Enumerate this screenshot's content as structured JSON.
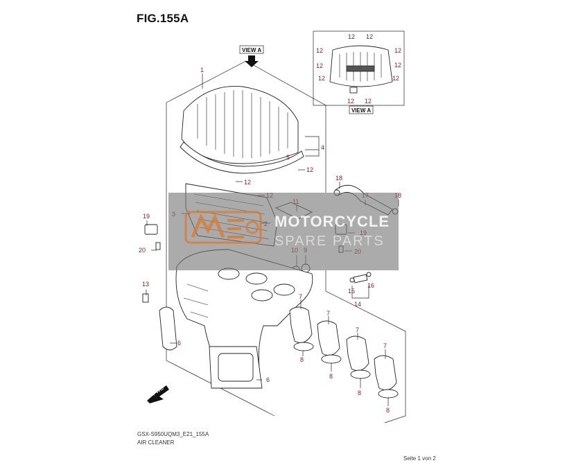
{
  "figure": {
    "title": "FIG.155A",
    "model_code": "GSX-S950UQM3_E21_155A",
    "section_name": "AIR CLEANER",
    "page_label": "Seite 1 von 2"
  },
  "views": {
    "view_a_arrow_label": "VIEW A",
    "view_a_inset_label": "VIEW A",
    "fwd_label": "FWD"
  },
  "watermark": {
    "line1": "MOTORCYCLE",
    "line2": "SPARE PARTS"
  },
  "callouts": [
    {
      "id": "c1",
      "text": "1"
    },
    {
      "id": "c2",
      "text": "2"
    },
    {
      "id": "c3",
      "text": "3"
    },
    {
      "id": "c4",
      "text": "4"
    },
    {
      "id": "c5",
      "text": "5"
    },
    {
      "id": "c6a",
      "text": "6"
    },
    {
      "id": "c6b",
      "text": "6"
    },
    {
      "id": "c7a",
      "text": "7"
    },
    {
      "id": "c7b",
      "text": "7"
    },
    {
      "id": "c7c",
      "text": "7"
    },
    {
      "id": "c7d",
      "text": "7"
    },
    {
      "id": "c8a",
      "text": "8"
    },
    {
      "id": "c8b",
      "text": "8"
    },
    {
      "id": "c8c",
      "text": "8"
    },
    {
      "id": "c8d",
      "text": "8"
    },
    {
      "id": "c9",
      "text": "9"
    },
    {
      "id": "c10",
      "text": "10"
    },
    {
      "id": "c11",
      "text": "11"
    },
    {
      "id": "c12a",
      "text": "12"
    },
    {
      "id": "c12b",
      "text": "12"
    },
    {
      "id": "c12c",
      "text": "12"
    },
    {
      "id": "c13",
      "text": "13"
    },
    {
      "id": "c14",
      "text": "14"
    },
    {
      "id": "c15",
      "text": "15"
    },
    {
      "id": "c16",
      "text": "16"
    },
    {
      "id": "c17",
      "text": "17"
    },
    {
      "id": "c18a",
      "text": "18"
    },
    {
      "id": "c18b",
      "text": "18"
    },
    {
      "id": "c19a",
      "text": "19"
    },
    {
      "id": "c19b",
      "text": "19"
    },
    {
      "id": "c20a",
      "text": "20"
    },
    {
      "id": "c20b",
      "text": "20"
    },
    {
      "id": "v12a",
      "text": "12"
    },
    {
      "id": "v12b",
      "text": "12"
    },
    {
      "id": "v12c",
      "text": "12"
    },
    {
      "id": "v12d",
      "text": "12"
    },
    {
      "id": "v12e",
      "text": "12"
    },
    {
      "id": "v12f",
      "text": "12"
    },
    {
      "id": "v12g",
      "text": "12"
    },
    {
      "id": "v12h",
      "text": "12"
    },
    {
      "id": "v12i",
      "text": "12"
    },
    {
      "id": "v12j",
      "text": "12"
    }
  ],
  "colors": {
    "callout": "#8a1c1c",
    "line": "#222222",
    "watermark_band": "#7a7a7a",
    "logo_orange": "#d9792b"
  }
}
